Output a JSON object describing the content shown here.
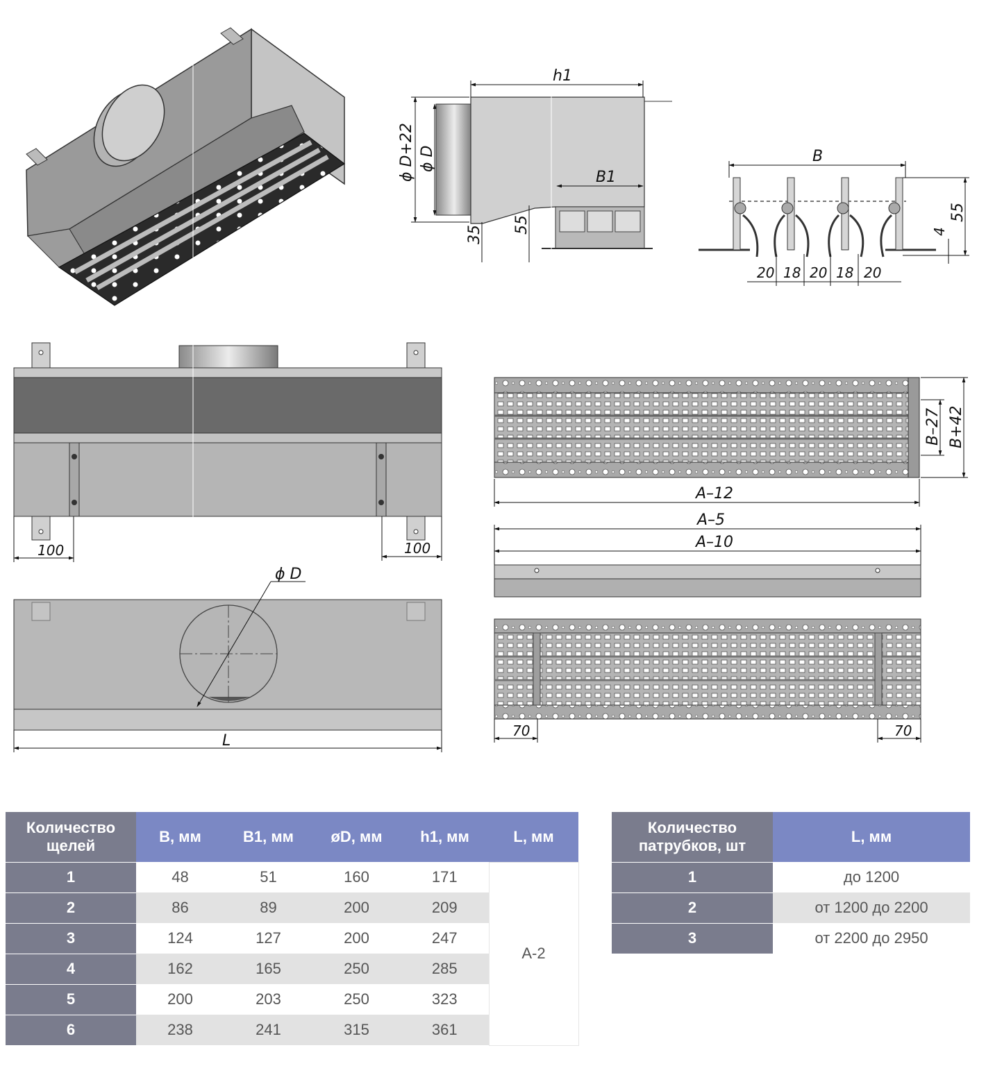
{
  "dims": {
    "h1": "h1",
    "b": "B",
    "b1": "B1",
    "d22": "ϕ D+22",
    "d": "ϕ D",
    "d_top": "ϕ D",
    "d35": "35",
    "d55a": "55",
    "d55b": "55",
    "d4": "4",
    "g20a": "20",
    "g18a": "18",
    "g20b": "20",
    "g18b": "18",
    "g20c": "20",
    "l100a": "100",
    "l100b": "100",
    "a12": "A–12",
    "a5": "A–5",
    "a10": "A–10",
    "b27": "B–27",
    "b42": "B+42",
    "L": "L",
    "l70a": "70",
    "l70b": "70"
  },
  "table1": {
    "headers": [
      "Количество щелей",
      "B, мм",
      "B1, мм",
      "øD, мм",
      "h1, мм",
      "L, мм"
    ],
    "rows": [
      [
        "1",
        "48",
        "51",
        "160",
        "171"
      ],
      [
        "2",
        "86",
        "89",
        "200",
        "209"
      ],
      [
        "3",
        "124",
        "127",
        "200",
        "247"
      ],
      [
        "4",
        "162",
        "165",
        "250",
        "285"
      ],
      [
        "5",
        "200",
        "203",
        "250",
        "323"
      ],
      [
        "6",
        "238",
        "241",
        "315",
        "361"
      ]
    ],
    "merged_L": "A-2"
  },
  "table2": {
    "headers": [
      "Количество патрубков, шт",
      "L, мм"
    ],
    "rows": [
      [
        "1",
        "до 1200"
      ],
      [
        "2",
        "от 1200 до 2200"
      ],
      [
        "3",
        "от 2200 до 2950"
      ]
    ]
  }
}
